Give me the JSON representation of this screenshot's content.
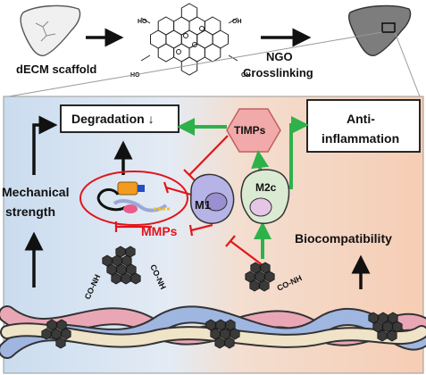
{
  "top": {
    "dECM_label": "dECM scaffold",
    "NGO_label": "NGO",
    "crosslinking_label": "Crosslinking",
    "cooh_labels": [
      "HO",
      "OH",
      "OH",
      "HO"
    ]
  },
  "panel": {
    "degradation_label": "Degradation ↓",
    "anti_inflammation_line1": "Anti-",
    "anti_inflammation_line2": "inflammation",
    "timps_label": "TIMPs",
    "m1_label": "M1",
    "m2c_label": "M2c",
    "mmps_label": "MMPs",
    "mechanical_line1": "Mechanical",
    "mechanical_line2": "strength",
    "biocompatibility_label": "Biocompatibility",
    "conh_left_a": "CO-NH",
    "conh_left_b": "CO-NH",
    "conh_right": "CO-NH"
  },
  "colors": {
    "left_bg": "#c9dcef",
    "right_bg": "#f7d4bf",
    "green_arrow": "#2fb14a",
    "red": "#e0161b",
    "timps_fill": "#f2a9a9",
    "m1_fill": "#b6b3e6",
    "m2c_fill": "#dbead3",
    "liver_light": "#f0f0f0",
    "liver_dark": "#7d7d7d"
  }
}
